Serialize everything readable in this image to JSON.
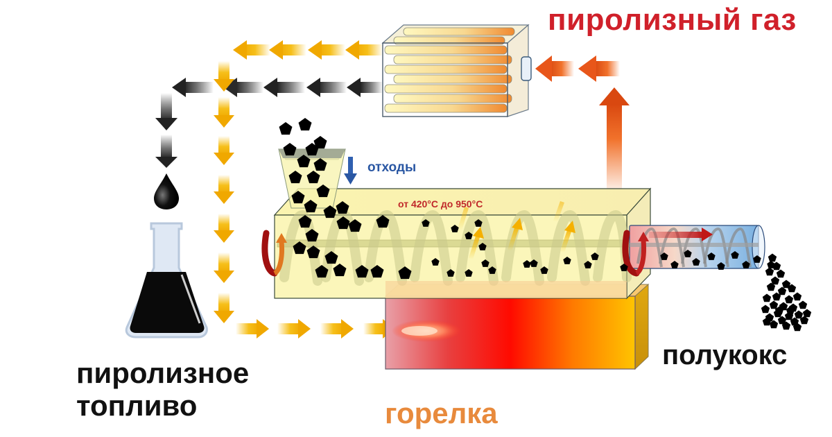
{
  "diagram": {
    "title": "Схема пиролизной установки",
    "labels": {
      "pyrolysis_gas": "пиролизный газ",
      "waste": "отходы",
      "temperature_range": "от 420°C до 950°C",
      "semicoke": "полукокс",
      "pyrolysis_fuel_line1": "пиролизное",
      "pyrolysis_fuel_line2": "топливо",
      "burner": "горелка"
    },
    "temperature": {
      "min_c": 420,
      "max_c": 950
    },
    "colors": {
      "gas_label": "#d0202a",
      "waste_label": "#2a57a3",
      "temp_label": "#c0282a",
      "burner_label": "#e88a3c",
      "text_dark": "#111111",
      "yellow_arrow": "#f5b800",
      "gray_arrow": "#3a3a3a",
      "orange_arrow": "#e8561a",
      "reactor_fill": "#fbf6b4",
      "furnace_hot": "#ff1a00",
      "furnace_warm": "#ffc000",
      "particle": "#000000"
    },
    "flows": [
      {
        "id": "gas-from-reactor",
        "from": "reactor",
        "to": "condenser",
        "kind": "pyrolysis_gas"
      },
      {
        "id": "condensate-to-flask",
        "from": "condenser",
        "to": "flask",
        "kind": "pyrolysis_fuel"
      },
      {
        "id": "gas-to-burner",
        "from": "condenser",
        "to": "burner",
        "kind": "non_condensable_gas"
      },
      {
        "id": "waste-in",
        "from": "hopper",
        "to": "reactor",
        "kind": "waste"
      },
      {
        "id": "char-out",
        "from": "reactor",
        "to": "discharge",
        "kind": "semicoke"
      }
    ]
  }
}
